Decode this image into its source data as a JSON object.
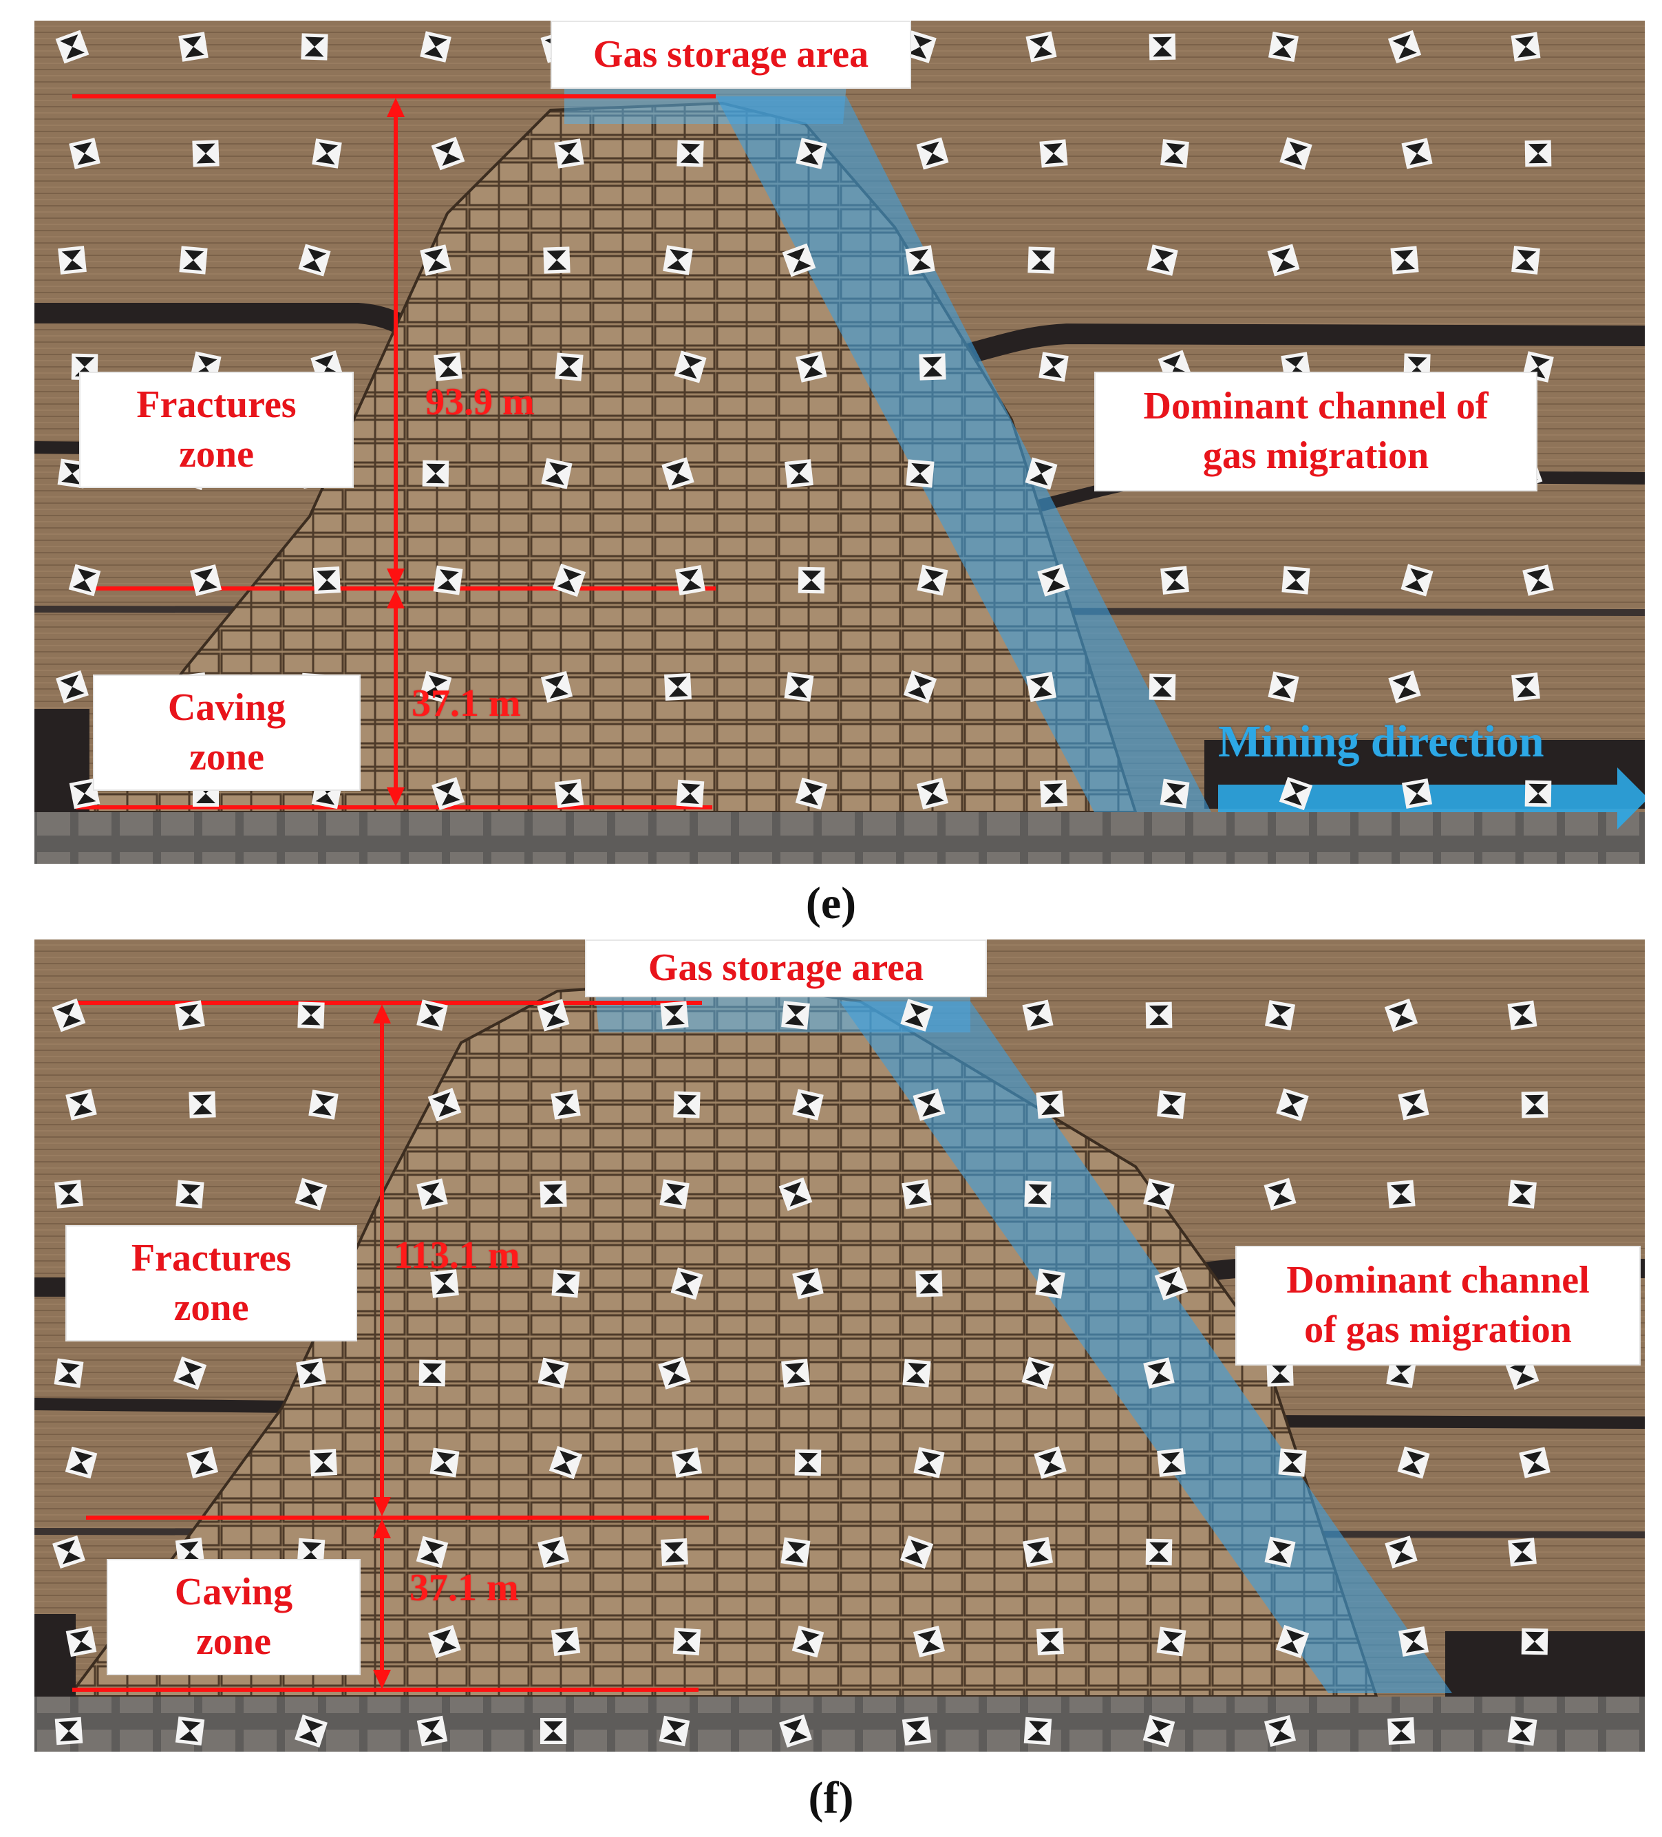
{
  "colors": {
    "rock": "#8d7257",
    "rock_light": "#a48a6c",
    "coal_seam": "#262121",
    "label_red": "#e8141b",
    "line_red": "#ff1111",
    "channel_blue": "#3d9fdc",
    "arrow_blue": "#2da8e6"
  },
  "panel_e": {
    "caption": "(e)",
    "gas_storage_label": "Gas storage area",
    "fractures_zone": {
      "line1": "Fractures",
      "line2": "zone",
      "height": "93.9 m"
    },
    "caving_zone": {
      "line1": "Caving",
      "line2": "zone",
      "height": "37.1 m"
    },
    "dominant_channel": {
      "line1": "Dominant channel of",
      "line2": "gas migration"
    },
    "mining_direction": "Mining direction"
  },
  "panel_f": {
    "caption": "(f)",
    "gas_storage_label": "Gas storage area",
    "fractures_zone": {
      "line1": "Fractures",
      "line2": "zone",
      "height": "113.1 m"
    },
    "caving_zone": {
      "line1": "Caving",
      "line2": "zone",
      "height": "37.1 m"
    },
    "dominant_channel": {
      "line1": "Dominant channel",
      "line2": "of gas migration"
    }
  }
}
